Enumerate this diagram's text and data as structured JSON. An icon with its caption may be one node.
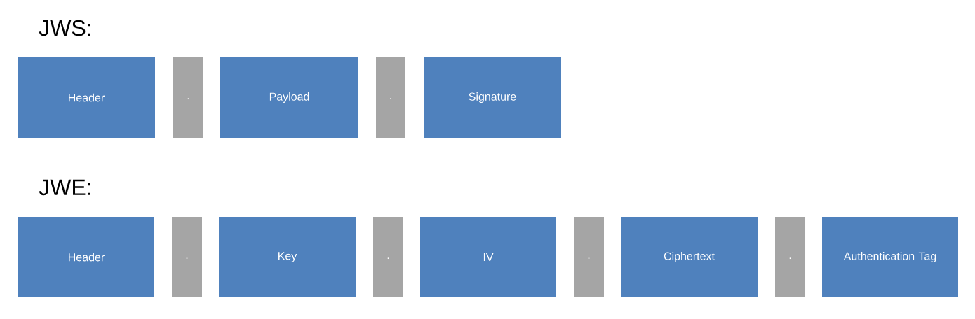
{
  "diagram": {
    "nodes": [
      {
        "text": [
          "Header"
        ]
      },
      {
        "text": [
          "."
        ]
      },
      {
        "text": [
          "Payload"
        ]
      },
      {
        "text": [
          "."
        ]
      },
      {
        "text": [
          "Signature"
        ]
      },
      {
        "text": [
          "Header"
        ]
      },
      {
        "text": [
          "."
        ]
      },
      {
        "text": [
          "Key"
        ]
      },
      {
        "text": [
          "."
        ]
      },
      {
        "text": [
          "IV"
        ]
      },
      {
        "text": [
          "."
        ]
      },
      {
        "text": [
          "Ciphertext"
        ]
      },
      {
        "text": [
          "."
        ]
      },
      {
        "text": [
          "Authentication Tag"
        ]
      }
    ],
    "labels": [
      "JWS:",
      "JWE:"
    ]
  }
}
